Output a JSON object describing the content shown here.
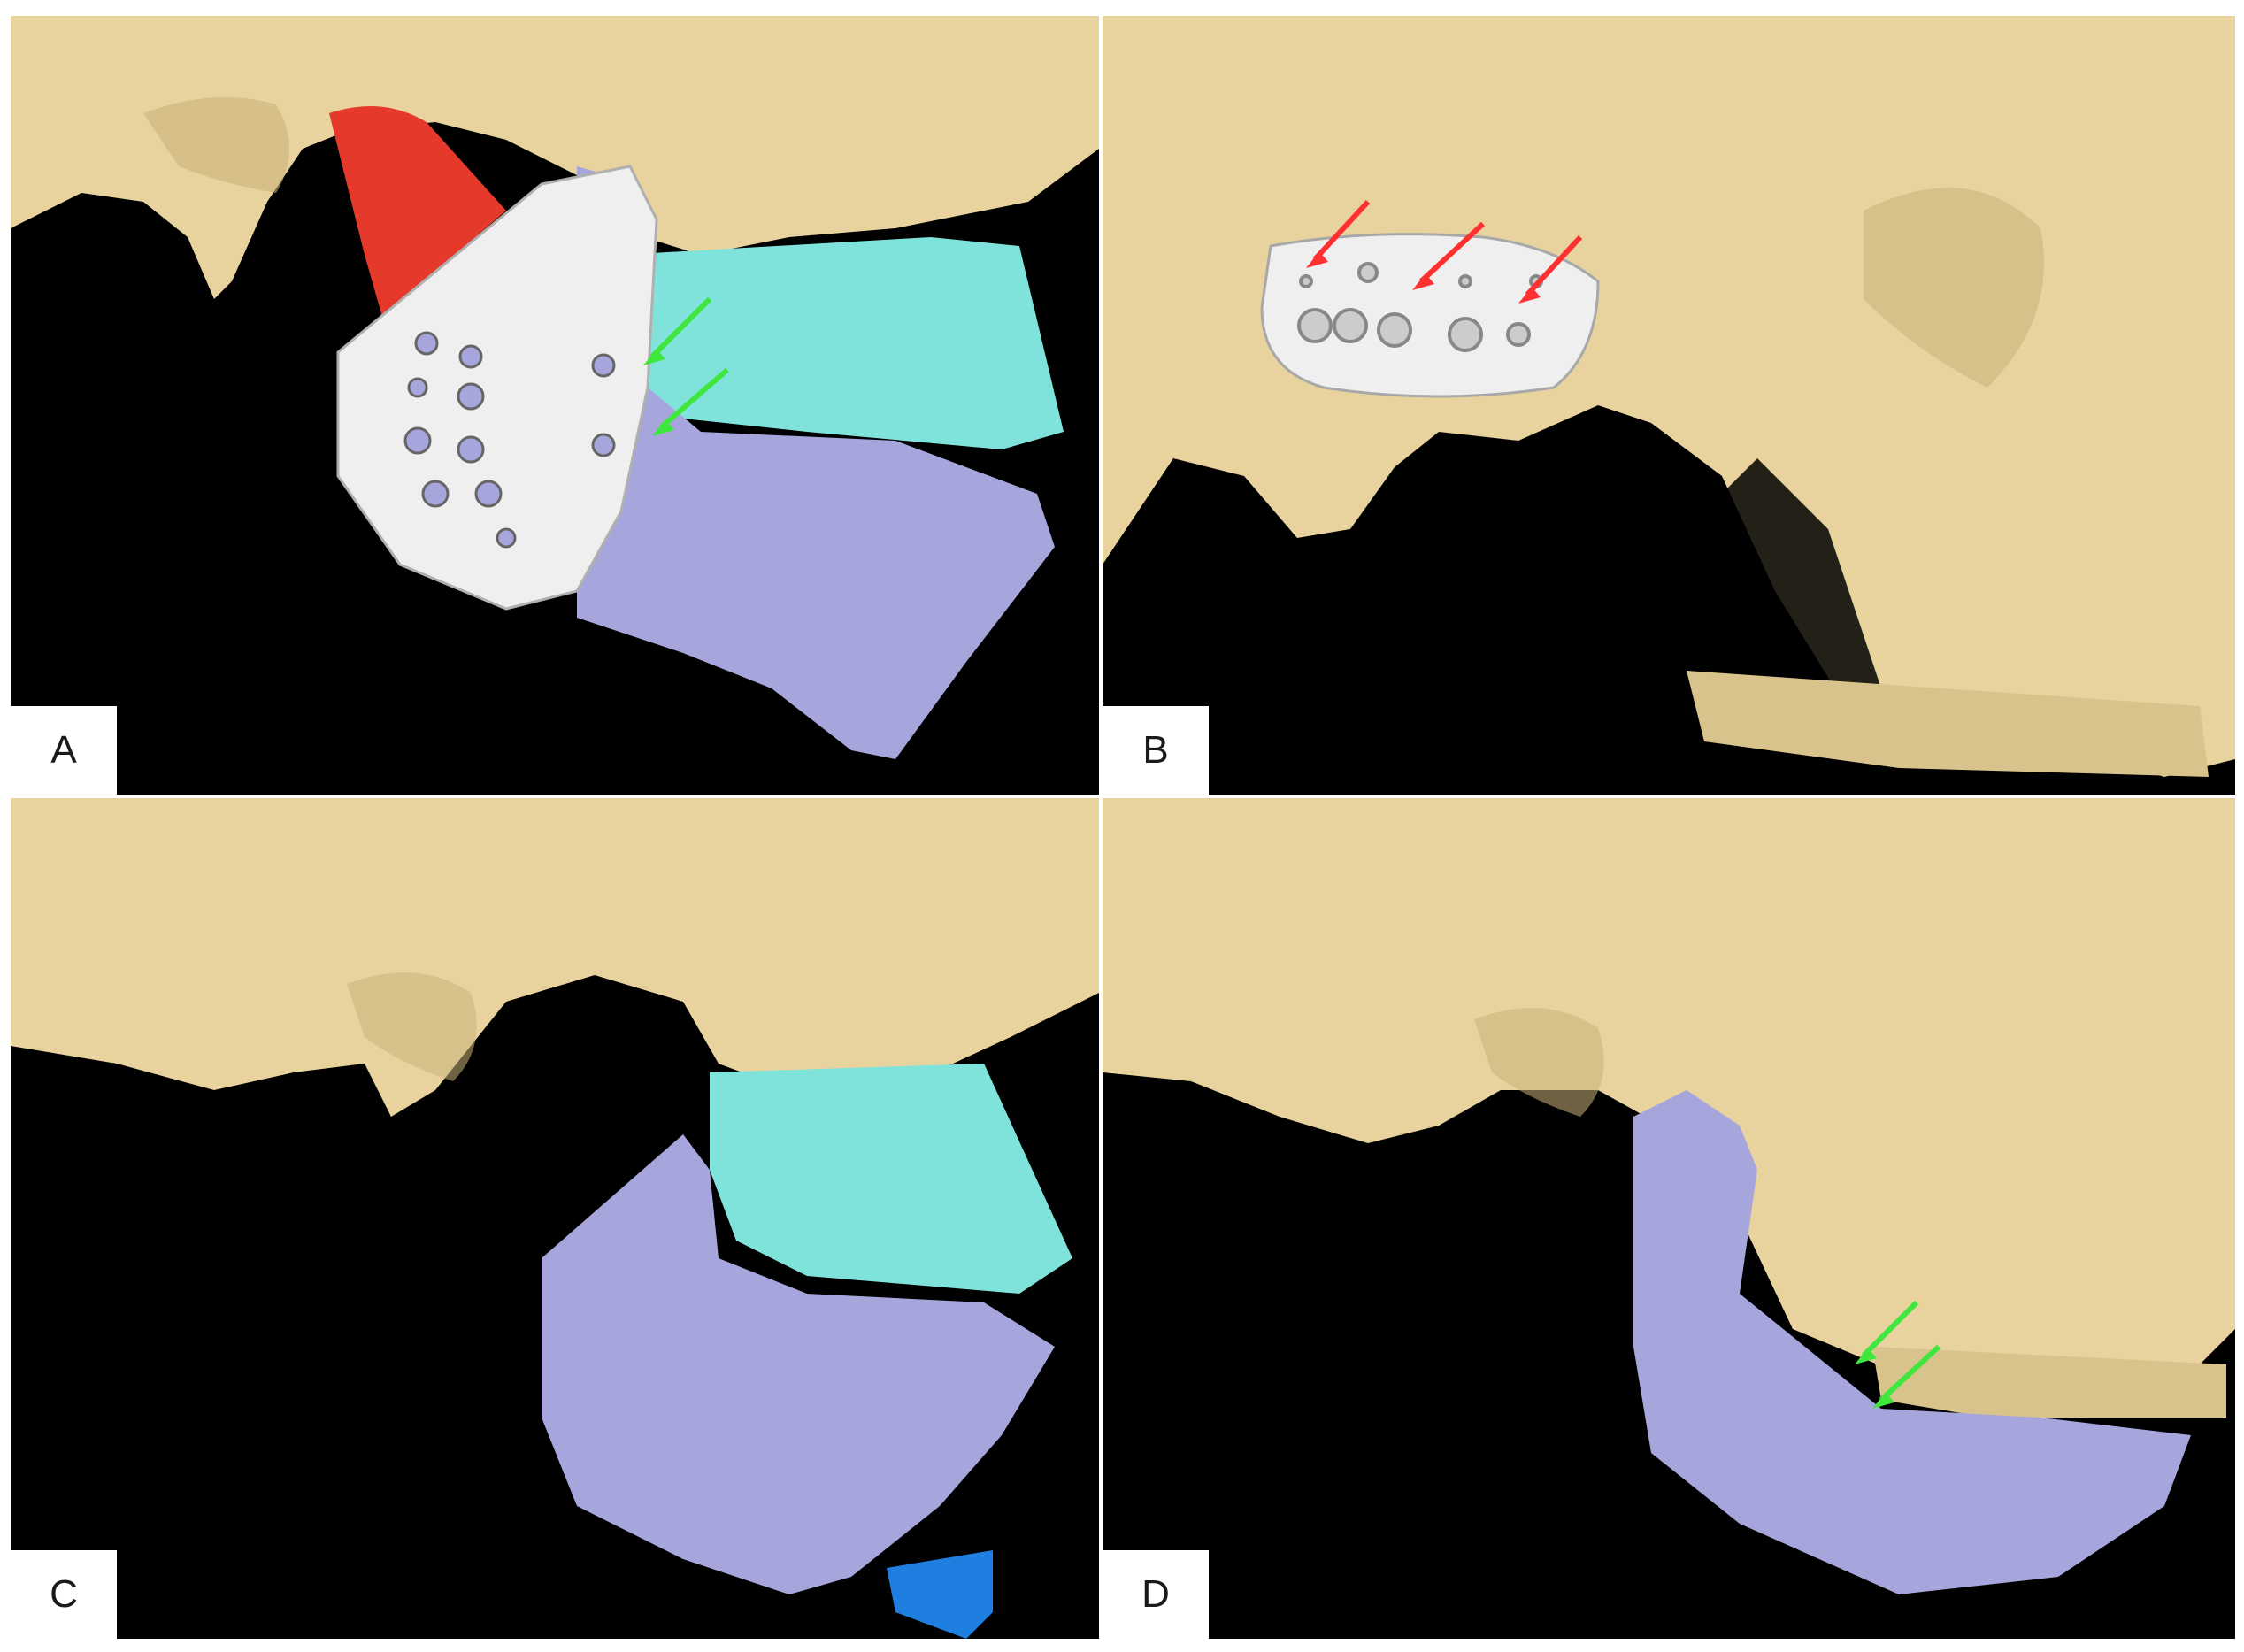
{
  "colors": {
    "background": "#000000",
    "skull": "#e8d39e",
    "skull_shade": "#c9b27a",
    "mandible": "#a6a6dc",
    "maxilla": "#7fe3dc",
    "guide": "#efefef",
    "condyle_segment": "#e5392c",
    "chin_segment": "#1e7fe0",
    "arrow_green": "#3ee63e",
    "arrow_red": "#ff3030"
  },
  "panels": [
    {
      "label": "A"
    },
    {
      "label": "B"
    },
    {
      "label": "C"
    },
    {
      "label": "D"
    }
  ]
}
